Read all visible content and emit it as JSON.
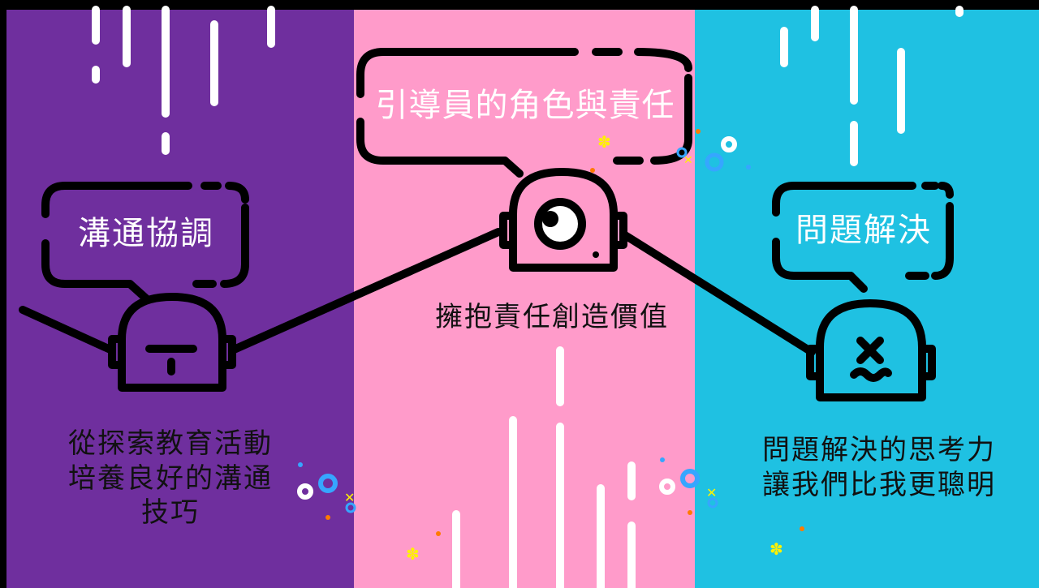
{
  "panels": [
    {
      "bubble_text": "溝通協調",
      "caption_lines": [
        "從探索教育活動",
        "培養良好的溝通",
        "技巧"
      ],
      "face": "flat-face-icon",
      "background": "#6f2f9e"
    },
    {
      "bubble_text": "引導員的角色與責任",
      "caption_lines": [
        "擁抱責任創造價值"
      ],
      "face": "one-eye-face-icon",
      "background": "#ff9bca"
    },
    {
      "bubble_text": "問題解決",
      "caption_lines": [
        "問題解決的思考力",
        "讓我們比我更聰明"
      ],
      "face": "x-eye-face-icon",
      "background": "#1fc1e2"
    }
  ],
  "colors": {
    "outline": "#000000",
    "rain": "#ffffff",
    "sparkle_yellow": "#fff200",
    "dot_orange": "#ff7a00",
    "ring_blue": "#36a6ff"
  }
}
